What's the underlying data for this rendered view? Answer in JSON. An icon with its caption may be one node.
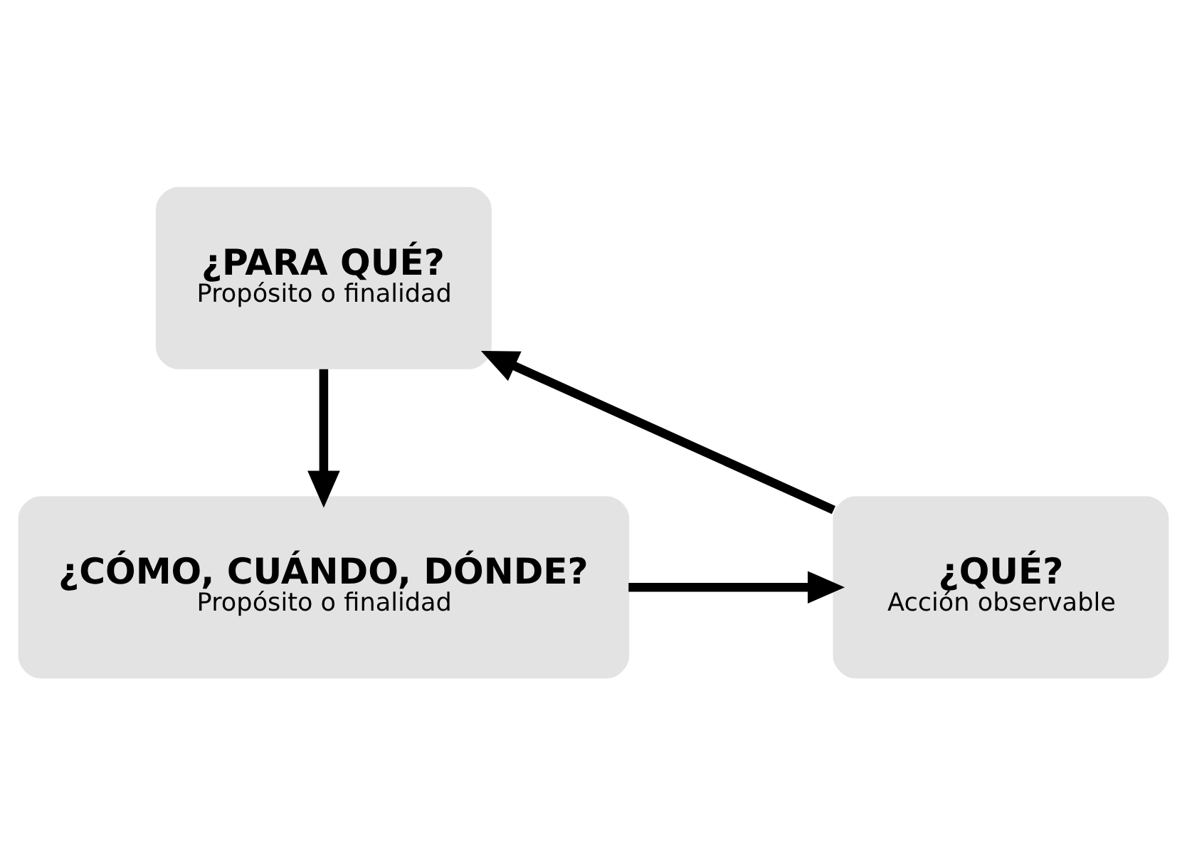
{
  "diagram": {
    "nodes": [
      {
        "text": [
          "¿PARA QUÉ?",
          "Propósito o finalidad"
        ]
      },
      {
        "text": [
          "¿CÓMO, CUÁNDO, DÓNDE?",
          "Propósito o finalidad"
        ]
      },
      {
        "text": [
          "¿QUÉ?",
          "Acción observable"
        ]
      }
    ],
    "edges": [
      {
        "from": 0,
        "to": 1,
        "arrow": "to"
      },
      {
        "from": 1,
        "to": 2,
        "arrow": "to"
      },
      {
        "from": 2,
        "to": 0,
        "arrow": "to"
      }
    ]
  }
}
